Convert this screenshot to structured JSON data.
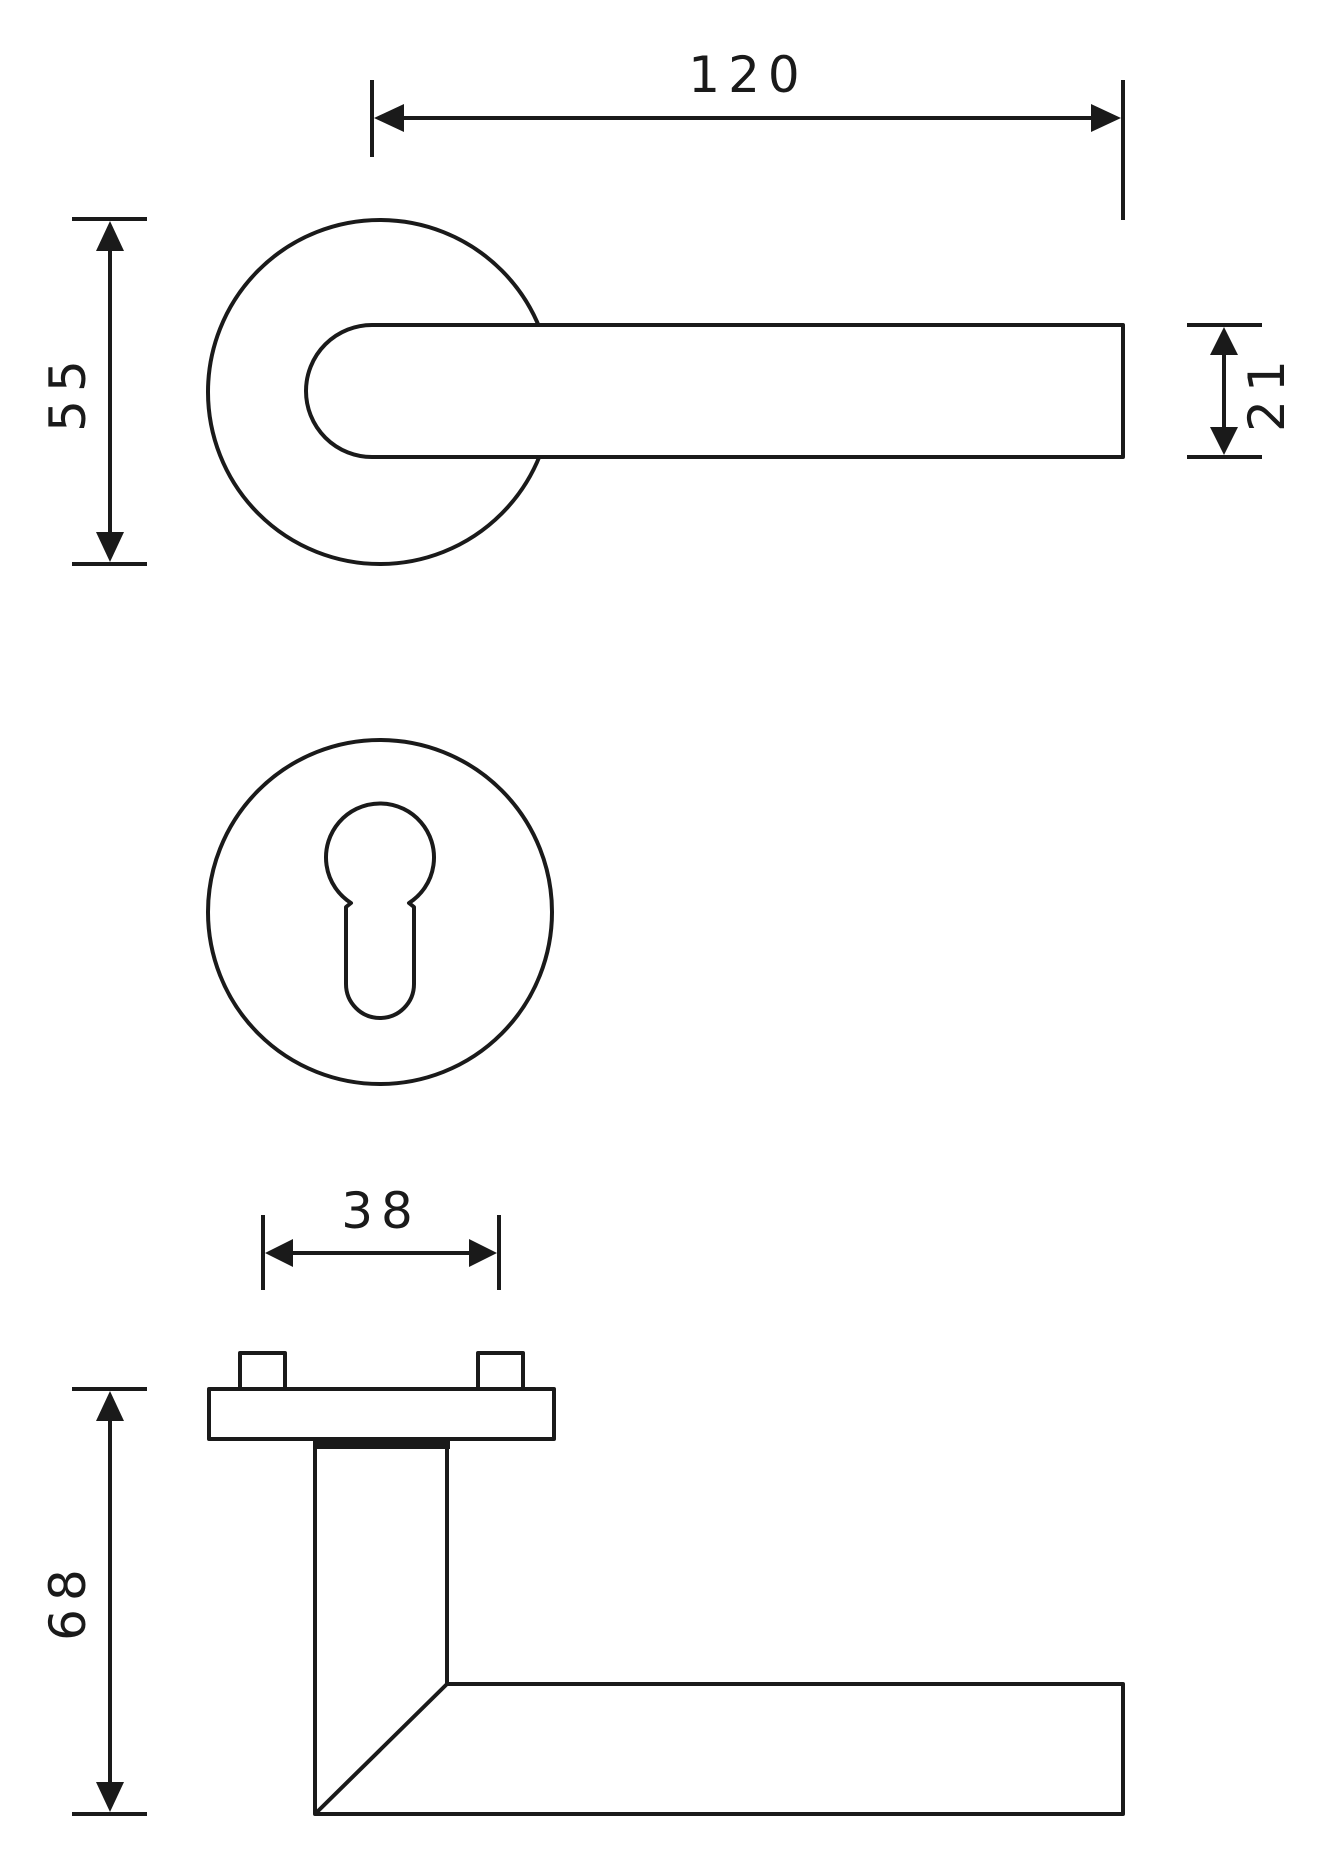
{
  "dimensions": {
    "lever_length": "120",
    "rose_diameter": "55",
    "lever_height": "21",
    "rose_width": "38",
    "projection": "68"
  },
  "colors": {
    "line": "#1a1a1a",
    "background": "#ffffff"
  }
}
